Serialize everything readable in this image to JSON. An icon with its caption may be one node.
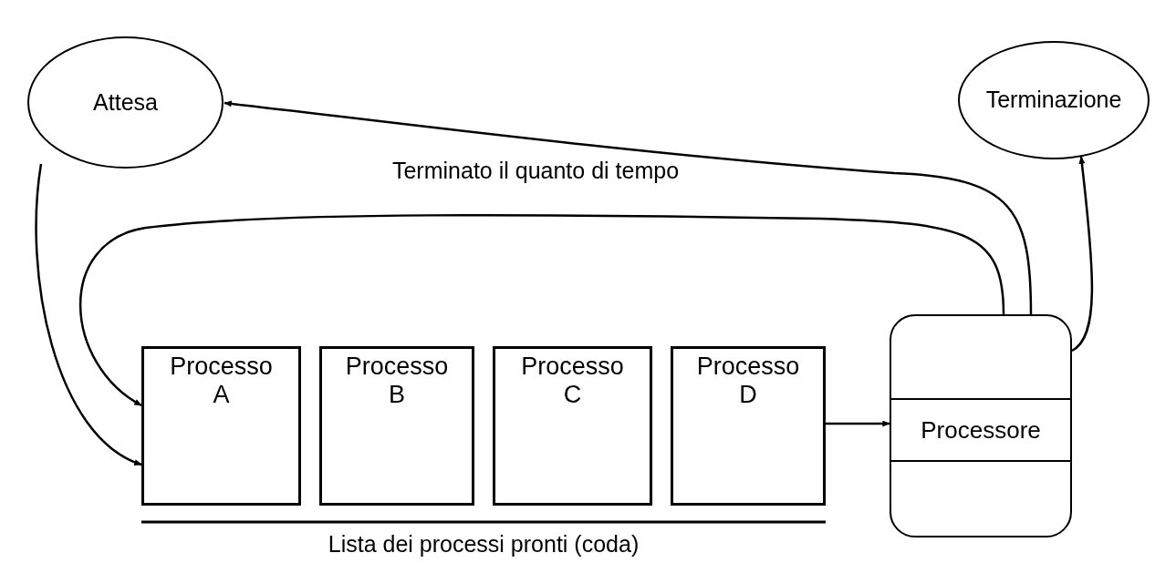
{
  "diagram": {
    "nodes": [
      {
        "text": [
          "Attesa"
        ]
      },
      {
        "text": [
          "Terminazione"
        ]
      },
      {
        "text": [
          "Processo A"
        ]
      },
      {
        "text": [
          "Processo B"
        ]
      },
      {
        "text": [
          "Processo C"
        ]
      },
      {
        "text": [
          "Processo D"
        ]
      },
      {
        "text": [
          "Processore"
        ]
      }
    ],
    "edges": [
      {
        "from": 6,
        "to": 0,
        "arrow": "to"
      },
      {
        "from": 6,
        "to": 2,
        "arrow": "to",
        "label": "Terminato il quanto di tempo"
      },
      {
        "from": 0,
        "to": 2,
        "arrow": "to"
      },
      {
        "from": 5,
        "to": 6,
        "arrow": "to"
      },
      {
        "from": 6,
        "to": 1,
        "arrow": "to"
      }
    ],
    "labels": [
      "Lista dei processi pronti (coda)"
    ]
  }
}
